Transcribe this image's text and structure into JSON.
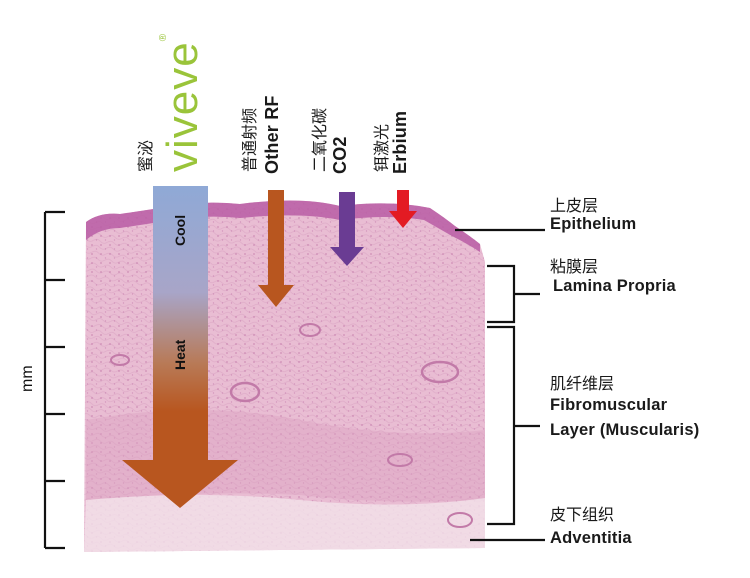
{
  "brand": {
    "logo_text": "viveve",
    "trademark": "®",
    "color": "#9ac43a"
  },
  "methods": {
    "viveve_zh": "蜜泌",
    "other_rf_zh": "普通射频",
    "other_rf_en": "Other RF",
    "co2_zh": "二氧化碳",
    "co2_en": "CO2",
    "erbium_zh": "铒激光",
    "erbium_en": "Erbium"
  },
  "arrow_labels": {
    "cool": "Cool",
    "heat": "Heat"
  },
  "layers": {
    "epithelium_zh": "上皮层",
    "epithelium_en": "Epithelium",
    "lamina_zh": "粘膜层",
    "lamina_en": "Lamina Propria",
    "fibro_zh": "肌纤维层",
    "fibro_en_1": "Fibromuscular",
    "fibro_en_2": "Layer (Muscularis)",
    "adventitia_zh": "皮下组织",
    "adventitia_en": "Adventitia"
  },
  "scale": {
    "unit": "mm"
  },
  "colors": {
    "tissue": "#e6b6cf",
    "epithelium": "#b25aa0",
    "cool": "#8fa9d6",
    "heat": "#b8561f",
    "other_rf": "#b8561f",
    "co2": "#6a3c93",
    "erbium": "#e31b23"
  }
}
